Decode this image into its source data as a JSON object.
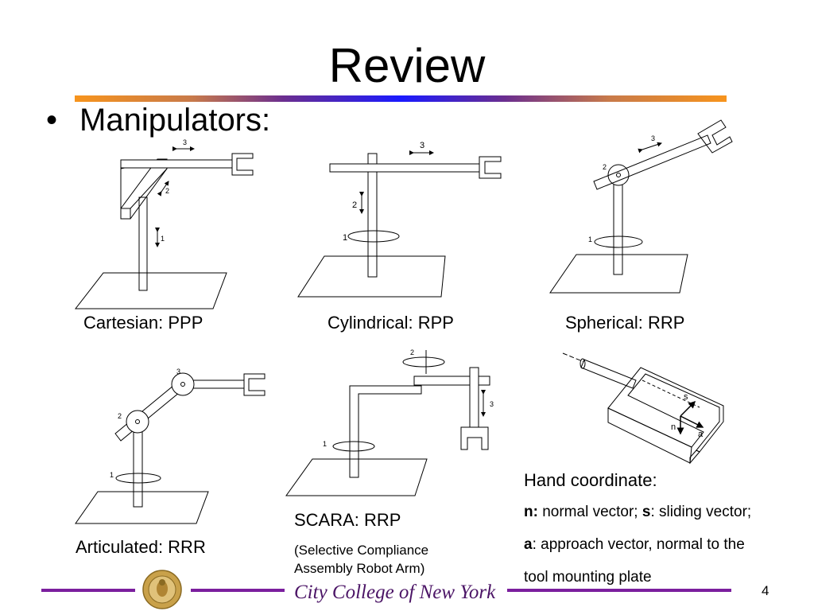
{
  "slide": {
    "title": "Review",
    "bullet": "•",
    "heading": "Manipulators:"
  },
  "diagrams": {
    "cartesian": {
      "caption": "Cartesian: PPP",
      "joints": [
        "1",
        "2",
        "3"
      ]
    },
    "cylindrical": {
      "caption": "Cylindrical: RPP",
      "joints": [
        "1",
        "2",
        "3"
      ]
    },
    "spherical": {
      "caption": "Spherical: RRP",
      "joints": [
        "1",
        "2",
        "3"
      ]
    },
    "articulated": {
      "caption": "Articulated: RRR",
      "joints": [
        "1",
        "2",
        "3"
      ]
    },
    "scara": {
      "caption": "SCARA: RRP",
      "subcaption_line1": "(Selective Compliance",
      "subcaption_line2": "Assembly Robot Arm)",
      "joints": [
        "1",
        "2",
        "3"
      ]
    },
    "hand": {
      "labels": {
        "s": "s",
        "n": "n",
        "a": "a"
      },
      "title": "Hand coordinate:",
      "line1": {
        "n_key": "n:",
        "n_text": " normal vector; ",
        "s_key": "s",
        "s_text": ": sliding vector;"
      },
      "line2": {
        "a_key": "a",
        "a_text": ": approach vector, normal to the"
      },
      "line3": "tool mounting plate"
    }
  },
  "footer": {
    "institution": "City College of New York",
    "page_number": "4"
  },
  "colors": {
    "footer_purple": "#7b1f9e",
    "seal_gold": "#c9a14a"
  }
}
